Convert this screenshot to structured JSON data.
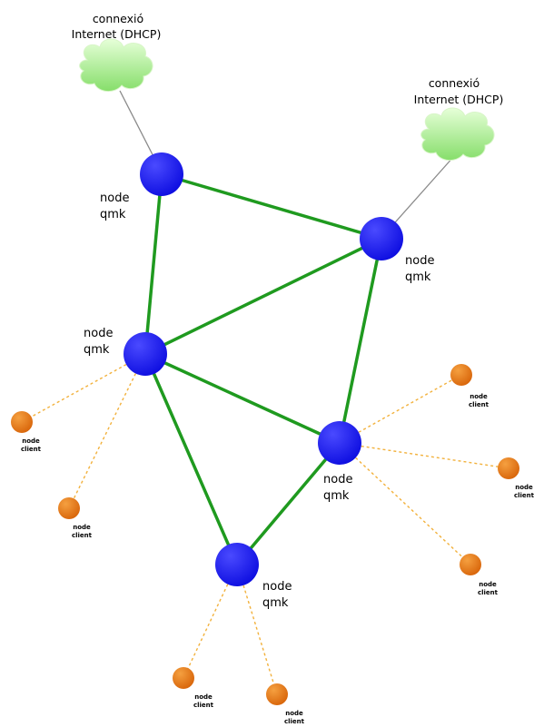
{
  "diagram": {
    "colors": {
      "mesh_link": "#1f9a1f",
      "client_link": "#f2b13c",
      "uplink": "#8a8a8a",
      "node_fill": "#1a1aee",
      "client_fill": "#e8780c",
      "cloud_fill": "#b8f0a0"
    },
    "internet_label_line1": "connexió",
    "internet_label_line2": "Internet (DHCP)",
    "node_label_line1": "node",
    "node_label_line2": "qmk",
    "client_label_line1": "node",
    "client_label_line2": "client"
  }
}
